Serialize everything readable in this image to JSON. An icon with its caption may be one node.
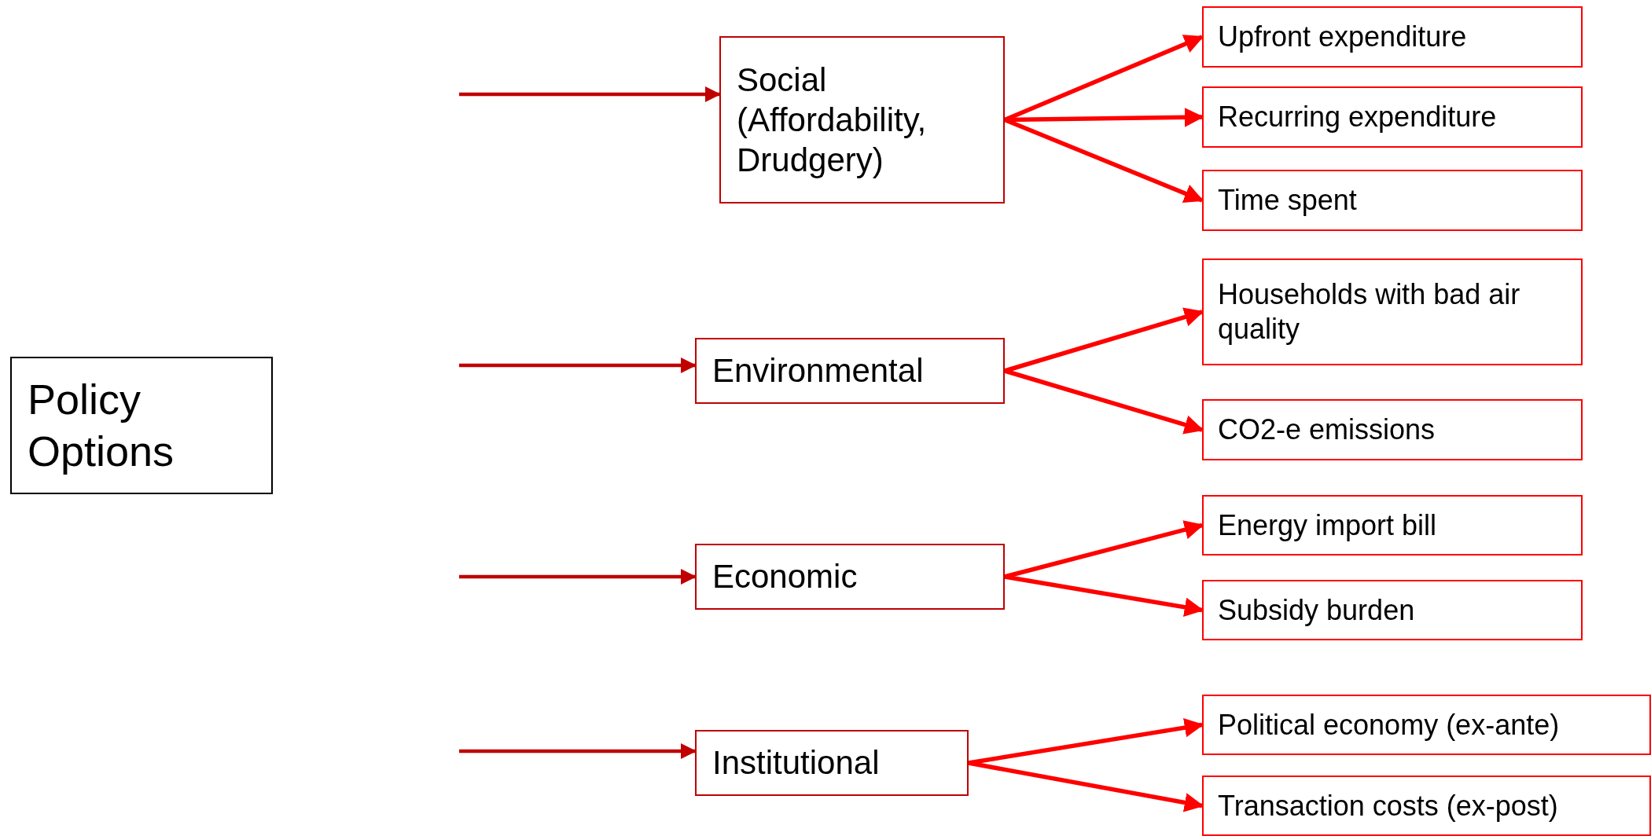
{
  "diagram": {
    "nodes": [
      {
        "text": [
          "Policy Options"
        ]
      },
      {
        "text": [
          "Social (Affordability, Drudgery)"
        ]
      },
      {
        "text": [
          "Environmental"
        ]
      },
      {
        "text": [
          "Economic"
        ]
      },
      {
        "text": [
          "Institutional"
        ]
      },
      {
        "text": [
          "Upfront expenditure"
        ]
      },
      {
        "text": [
          "Recurring expenditure"
        ]
      },
      {
        "text": [
          "Time spent"
        ]
      },
      {
        "text": [
          "Households with bad air quality"
        ]
      },
      {
        "text": [
          "CO2-e emissions"
        ]
      },
      {
        "text": [
          "Energy import bill"
        ]
      },
      {
        "text": [
          "Subsidy burden"
        ]
      },
      {
        "text": [
          "Political economy (ex-ante)"
        ]
      },
      {
        "text": [
          "Transaction costs (ex-post)"
        ]
      }
    ],
    "edges": [
      {
        "from": null,
        "to": 1,
        "arrow": "to",
        "color": "#c00000"
      },
      {
        "from": null,
        "to": 2,
        "arrow": "to",
        "color": "#c00000"
      },
      {
        "from": null,
        "to": 3,
        "arrow": "to",
        "color": "#c00000"
      },
      {
        "from": null,
        "to": 4,
        "arrow": "to",
        "color": "#c00000"
      },
      {
        "from": 1,
        "to": 5,
        "arrow": "to"
      },
      {
        "from": 1,
        "to": 6,
        "arrow": "to"
      },
      {
        "from": 1,
        "to": 7,
        "arrow": "to"
      },
      {
        "from": 2,
        "to": 8,
        "arrow": "to"
      },
      {
        "from": 2,
        "to": 9,
        "arrow": "to"
      },
      {
        "from": 3,
        "to": 10,
        "arrow": "to"
      },
      {
        "from": 3,
        "to": 11,
        "arrow": "to"
      },
      {
        "from": 4,
        "to": 12,
        "arrow": "to"
      },
      {
        "from": 4,
        "to": 13,
        "arrow": "to"
      }
    ]
  }
}
